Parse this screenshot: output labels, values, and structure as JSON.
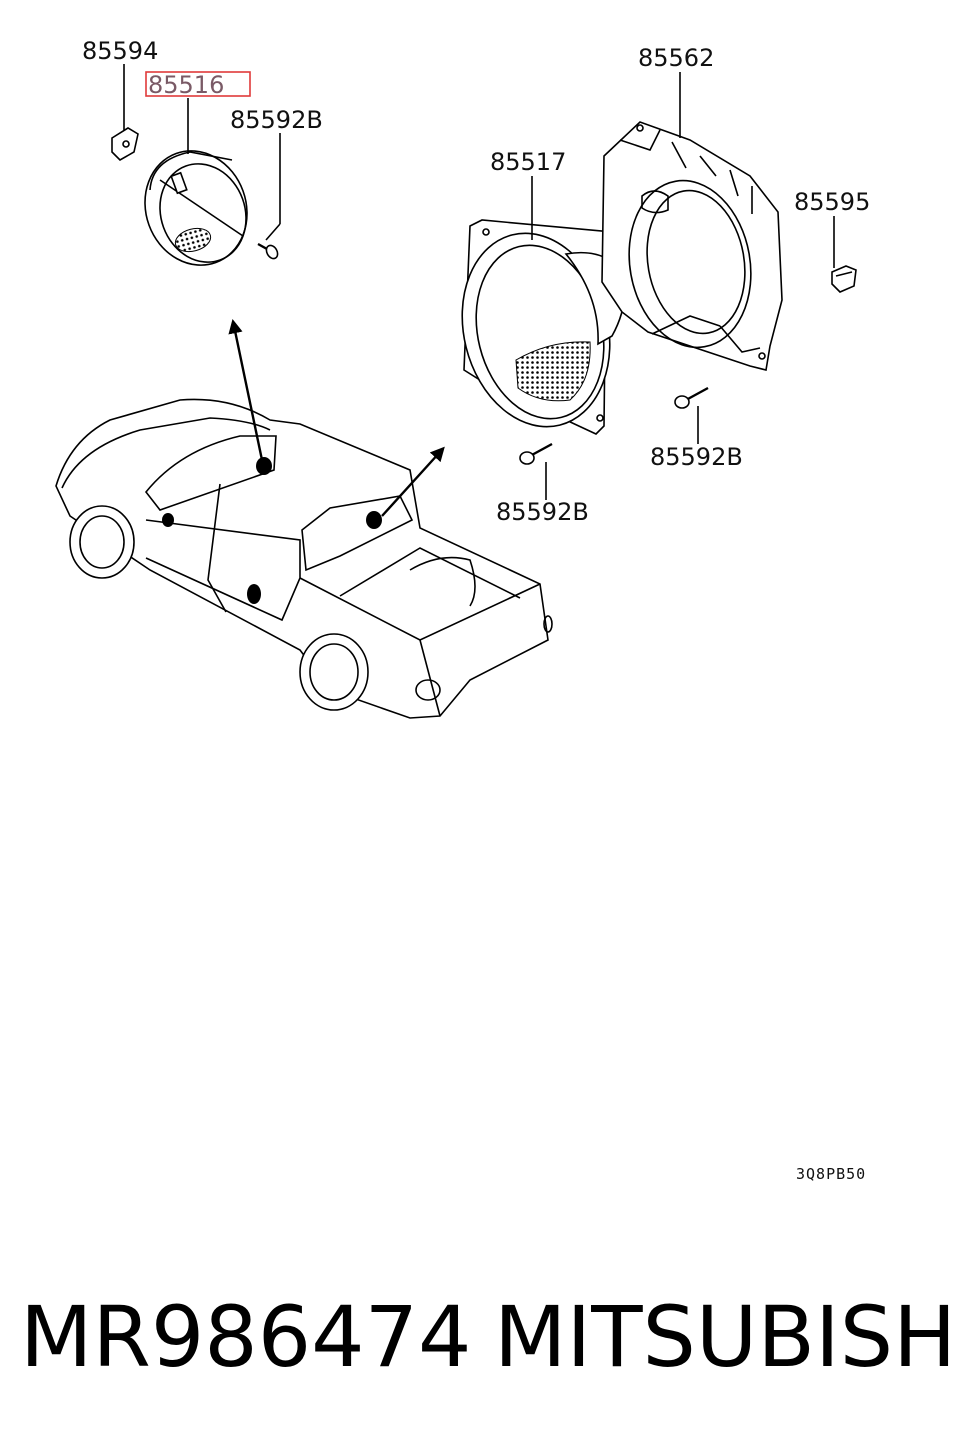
{
  "diagram": {
    "part_labels": {
      "p85594": "85594",
      "p85516": "85516",
      "p85592b_top": "85592B",
      "p85562": "85562",
      "p85517": "85517",
      "p85595": "85595",
      "p85592b_mid": "85592B",
      "p85592b_low": "85592B"
    },
    "highlighted_part": "85516",
    "highlight_color": "#e03a3a",
    "drawing_code": "3Q8PB50"
  },
  "footer": {
    "part_number": "MR986474",
    "brand": "MITSUBISHI"
  }
}
